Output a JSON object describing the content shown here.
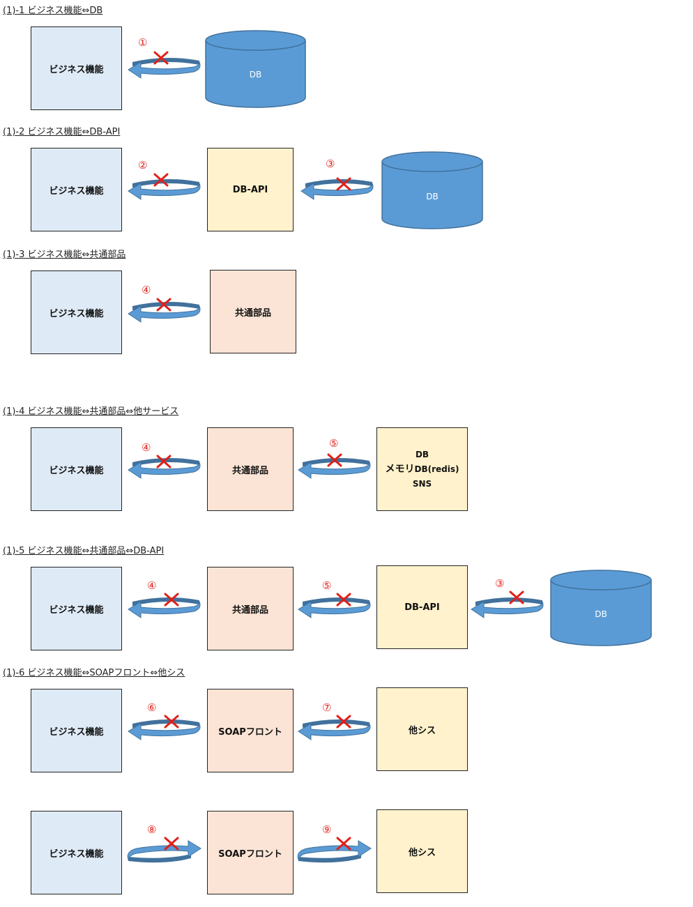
{
  "sections": [
    {
      "title": "(1)-1 ビジネス機能⇔DB",
      "boxes": [
        "ビジネス機能"
      ],
      "databases": [
        "DB"
      ],
      "markers": [
        "①"
      ]
    },
    {
      "title": "(1)-2 ビジネス機能⇔DB-API",
      "boxes": [
        "ビジネス機能",
        "DB-API"
      ],
      "databases": [
        "DB"
      ],
      "markers": [
        "②",
        "③"
      ]
    },
    {
      "title": "(1)-3 ビジネス機能⇔共通部品",
      "boxes": [
        "ビジネス機能",
        "共通部品"
      ],
      "markers": [
        "④"
      ]
    },
    {
      "title": "(1)-4 ビジネス機能⇔共通部品⇔他サービス",
      "boxes": [
        "ビジネス機能",
        "共通部品"
      ],
      "services": {
        "line1": "DB",
        "line2_prefix": "メモリ",
        "line2_suffix": "DB(redis)",
        "line3": "SNS"
      },
      "markers": [
        "④",
        "⑤"
      ]
    },
    {
      "title": "(1)-5 ビジネス機能⇔共通部品⇔DB-API",
      "boxes": [
        "ビジネス機能",
        "共通部品",
        "DB-API"
      ],
      "databases": [
        "DB"
      ],
      "markers": [
        "④",
        "⑤",
        "③"
      ]
    },
    {
      "title": "(1)-6 ビジネス機能⇔SOAPフロント⇔他シス",
      "boxes": [
        "ビジネス機能",
        "SOAPフロント",
        "他シス"
      ],
      "markers": [
        "⑥",
        "⑦"
      ]
    },
    {
      "boxes": [
        "ビジネス機能",
        "SOAPフロント",
        "他シス"
      ],
      "markers": [
        "⑧",
        "⑨"
      ]
    }
  ],
  "colors": {
    "business_box": "#deeaf6",
    "yellow_box": "#fff2cc",
    "peach_box": "#fbe4d5",
    "db_cylinder": "#5b9bd5",
    "arrow": "#5b9bd5",
    "cross_mark": "#e0201a"
  }
}
